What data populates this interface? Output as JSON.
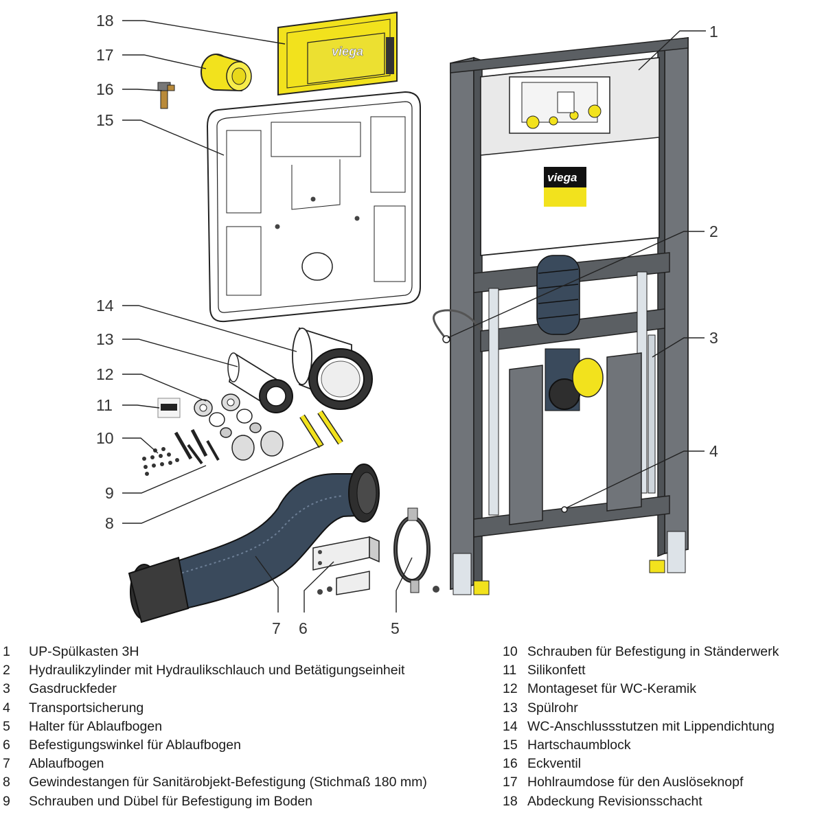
{
  "brand": {
    "logo_text": "viega",
    "accent_yellow": "#f5e51f",
    "frame_gray": "#6f7478",
    "foam_white": "#ffffff"
  },
  "callouts": [
    "1",
    "2",
    "3",
    "4",
    "5",
    "6",
    "7",
    "8",
    "9",
    "10",
    "11",
    "12",
    "13",
    "14",
    "15",
    "16",
    "17",
    "18"
  ],
  "legend": {
    "left": [
      {
        "num": "1",
        "text": "UP-Spülkasten 3H"
      },
      {
        "num": "2",
        "text": "Hydraulikzylinder mit Hydraulikschlauch und Betätigungseinheit"
      },
      {
        "num": "3",
        "text": "Gasdruckfeder"
      },
      {
        "num": "4",
        "text": "Transportsicherung"
      },
      {
        "num": "5",
        "text": "Halter für Ablaufbogen"
      },
      {
        "num": "6",
        "text": "Befestigungswinkel für Ablaufbogen"
      },
      {
        "num": "7",
        "text": "Ablaufbogen"
      },
      {
        "num": "8",
        "text": "Gewindestangen für Sanitärobjekt-Befestigung (Stichmaß 180 mm)"
      },
      {
        "num": "9",
        "text": "Schrauben und Dübel für Befestigung im Boden"
      }
    ],
    "right": [
      {
        "num": "10",
        "text": "Schrauben für Befestigung in Ständerwerk"
      },
      {
        "num": "11",
        "text": "Silikonfett"
      },
      {
        "num": "12",
        "text": "Montageset für WC-Keramik"
      },
      {
        "num": "13",
        "text": "Spülrohr"
      },
      {
        "num": "14",
        "text": "WC-Anschlussstutzen mit Lippendichtung"
      },
      {
        "num": "15",
        "text": "Hartschaumblock"
      },
      {
        "num": "16",
        "text": "Eckventil"
      },
      {
        "num": "17",
        "text": "Hohlraumdose für den Auslöseknopf"
      },
      {
        "num": "18",
        "text": "Abdeckung Revisionsschacht"
      }
    ]
  }
}
